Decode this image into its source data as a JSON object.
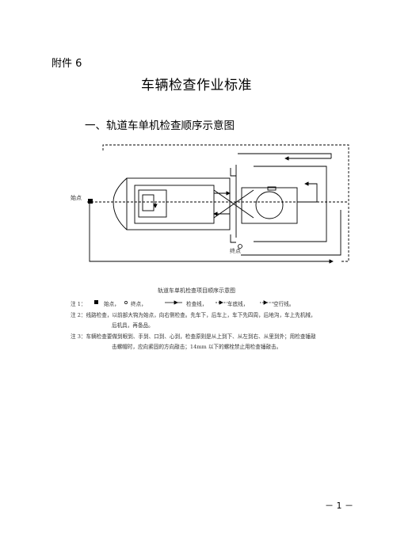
{
  "header": {
    "attachment": "附件 6"
  },
  "doc": {
    "title": "车辆检查作业标准",
    "section_title": "一、轨道车单机检查顺序示意图"
  },
  "diagram": {
    "start_label": "始点",
    "end_label": "终点",
    "caption": "轨道车单机检查项目顺序示意图"
  },
  "notes": {
    "note1": {
      "prefix": "注 1：",
      "start": "始点，",
      "end": "终点，",
      "check": "检查线，",
      "under": "车底线，",
      "empty": "空行线。"
    },
    "note2_line1": "注 2：线路检查，以前部大钩为始点，向右侧检查。先车下，后车上，车下先四周，后地沟，车上先机械，",
    "note2_line2": "后机具，再备品。",
    "note3_line1": "注 3：车辆检查要做到眼到、手到、口到、心到，检查原则是从上到下、从左到右、从里到外；用检查锤敲",
    "note3_line2": "击螺帽时，应向紧固的方向敲击；14mm 以下的螺栓禁止用检查锤敲击。"
  },
  "footer": {
    "page_number": "－ 1 －"
  }
}
